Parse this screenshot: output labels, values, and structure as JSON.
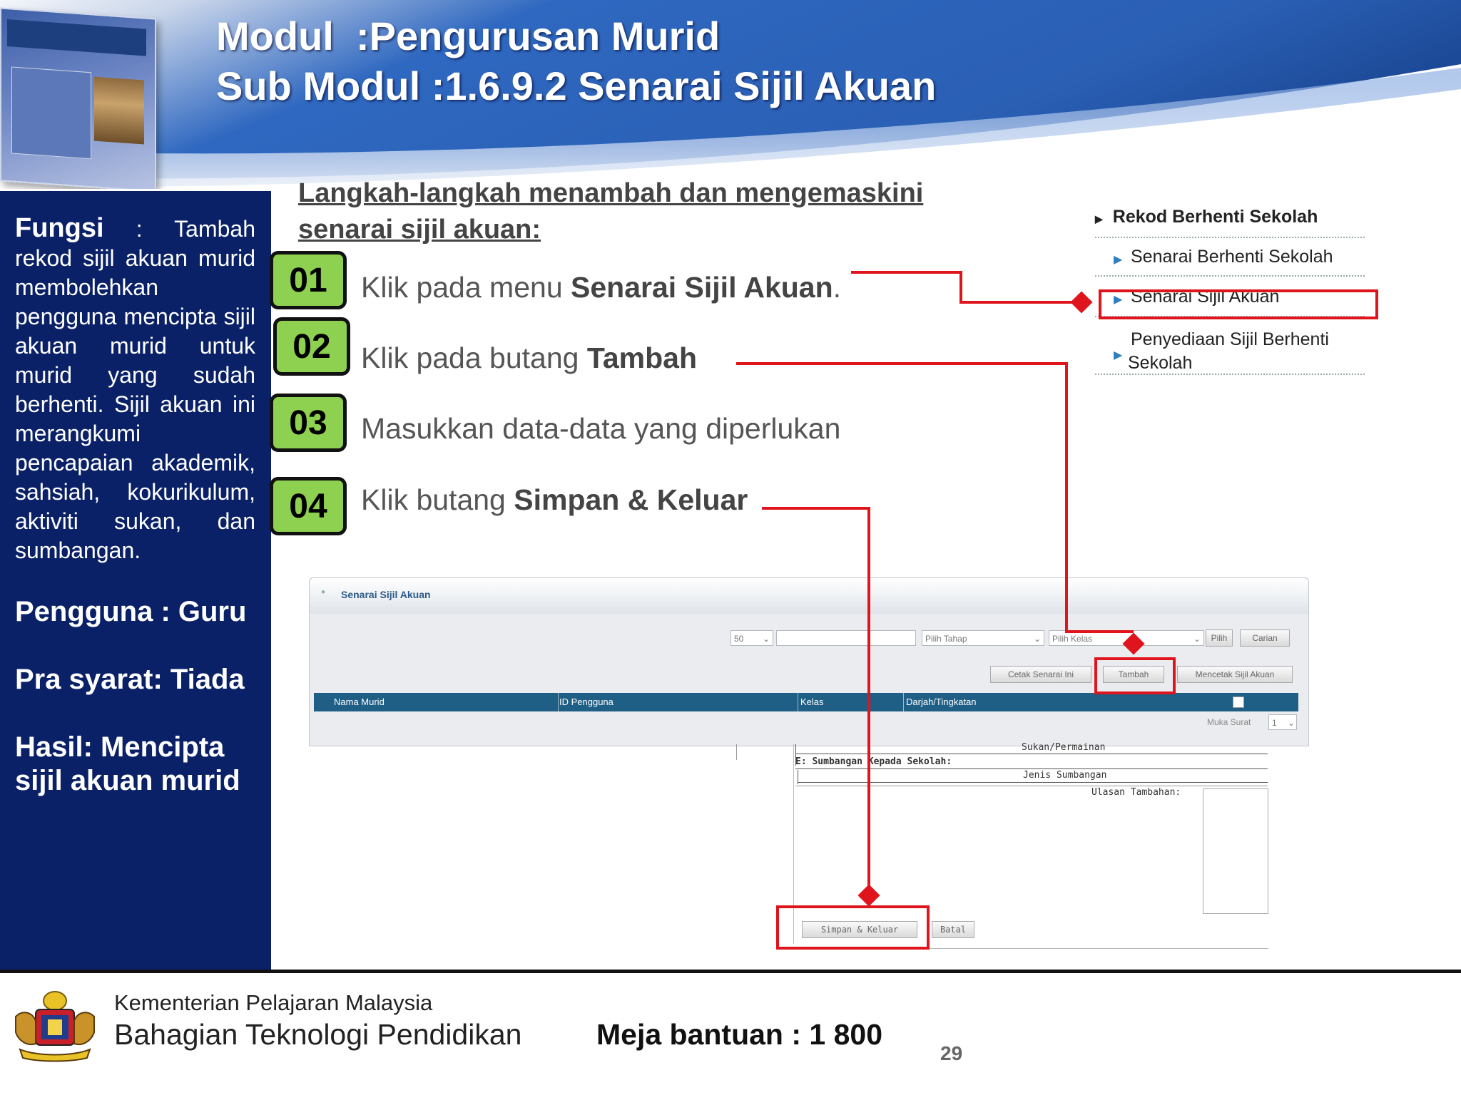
{
  "header": {
    "title_line1": "Modul  :Pengurusan Murid",
    "title_line2": "Sub Modul :1.6.9.2 Senarai Sijil Akuan"
  },
  "left_panel": {
    "fungsi_label": "Fungsi",
    "fungsi_text": " :  Tambah rekod sijil akuan murid membolehkan pengguna mencipta sijil akuan murid untuk murid yang sudah berhenti. Sijil akuan ini merangkumi pencapaian akademik, sahsiah, kokurikulum, aktiviti sukan, dan sumbangan.",
    "pengguna": "Pengguna : Guru",
    "pra_syarat": "Pra syarat: Tiada",
    "hasil_line1": "Hasil: Mencipta",
    "hasil_line2": "sijil akuan murid"
  },
  "steps": {
    "heading_line1": "Langkah-langkah menambah  dan mengemaskini",
    "heading_line2": "senarai sijil akuan:",
    "items": [
      {
        "num": "01",
        "pre": "Klik pada menu ",
        "bold": "Senarai Sijil Akuan",
        "post": "."
      },
      {
        "num": "02",
        "pre": "Klik pada butang ",
        "bold": "Tambah",
        "post": ""
      },
      {
        "num": "03",
        "pre": "Masukkan data-data yang diperlukan",
        "bold": "",
        "post": ""
      },
      {
        "num": "04",
        "pre": "Klik butang ",
        "bold": "Simpan & Keluar",
        "post": ""
      }
    ]
  },
  "menu": {
    "header": "Rekod Berhenti Sekolah",
    "items": [
      "Senarai Berhenti Sekolah",
      "Senarai Sijil Akuan",
      "Penyediaan Sijil Berhenti",
      "Sekolah"
    ]
  },
  "screenshot": {
    "panel_title": "Senarai Sijil Akuan",
    "page_size": "50",
    "search_value": "",
    "tahap_placeholder": "Pilih Tahap",
    "kelas_placeholder": "Pilih Kelas",
    "btn_pilih": "Pilih",
    "btn_carian": "Carian",
    "btn_cetak": "Cetak Senarai Ini",
    "btn_tambah": "Tambah",
    "btn_mencetak": "Mencetak Sijil Akuan",
    "columns": [
      "Nama Murid",
      "ID Pengguna",
      "Kelas",
      "Darjah/Tingkatan"
    ],
    "page_label": "Muka Surat",
    "page_value": "1",
    "form": {
      "sukan": "Sukan/Permainan",
      "section_e": "E: Sumbangan Kepada Sekolah:",
      "jenis": "Jenis Sumbangan",
      "ulasan": "Ulasan Tambahan:",
      "btn_simpan": "Simpan & Keluar",
      "btn_batal": "Batal"
    }
  },
  "footer": {
    "ministry": "Kementerian Pelajaran Malaysia",
    "division": "Bahagian Teknologi Pendidikan",
    "helpdesk": "Meja bantuan : 1 800",
    "page_number": "29"
  },
  "colors": {
    "header_blue": "#2a62b8",
    "left_panel_navy": "#0a2167",
    "step_green": "#8ed050",
    "annotation_red": "#e0141c",
    "table_header": "#1f5f86"
  }
}
